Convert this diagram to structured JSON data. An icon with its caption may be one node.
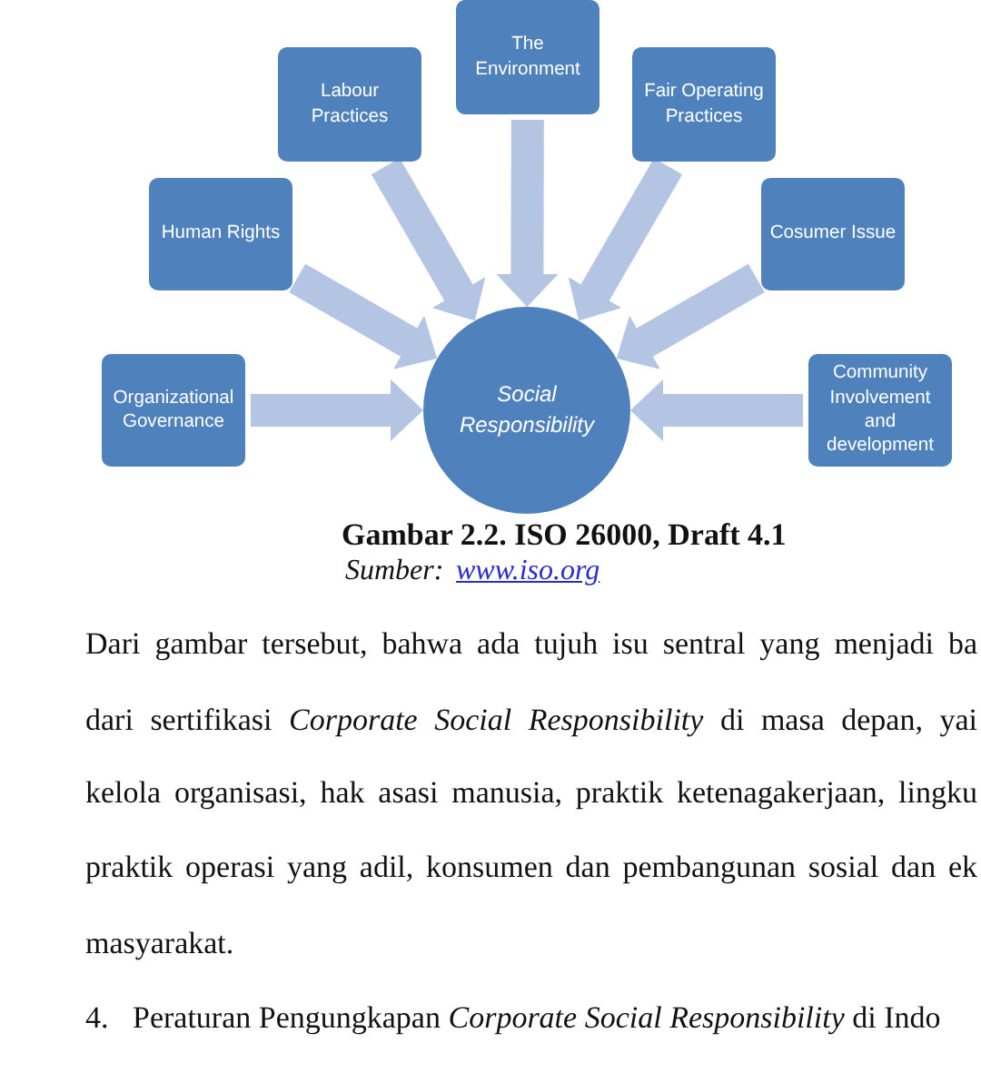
{
  "diagram": {
    "caption": "Gambar 2.2. ISO 26000, Draft 4.1",
    "nodes": [
      {
        "text": [
          "The Environment"
        ]
      },
      {
        "text": [
          "Labour Practices"
        ]
      },
      {
        "text": [
          "Fair Operating Practices"
        ]
      },
      {
        "text": [
          "Human Rights"
        ]
      },
      {
        "text": [
          "Cosumer Issue"
        ]
      },
      {
        "text": [
          "Organizational Governance"
        ]
      },
      {
        "text": [
          "Social Responsibility"
        ]
      },
      {
        "text": [
          "Community Involvement and development"
        ]
      }
    ],
    "edges": [
      {
        "from": 0,
        "to": 6,
        "arrow": "to"
      },
      {
        "from": 1,
        "to": 6,
        "arrow": "to"
      },
      {
        "from": 2,
        "to": 6,
        "arrow": "to"
      },
      {
        "from": 3,
        "to": 6,
        "arrow": "to"
      },
      {
        "from": 4,
        "to": 6,
        "arrow": "to"
      },
      {
        "from": 5,
        "to": 6,
        "arrow": "to"
      },
      {
        "from": 7,
        "to": 6,
        "arrow": "to"
      }
    ],
    "labels": [
      "Sumber:",
      "www.iso.org",
      "Dari gambar tersebut, bahwa ada tujuh isu sentral yang menjadi ba",
      "dari sertifikasi *Corporate Social Responsibility* di masa depan, yai",
      "kelola organisasi, hak asasi manusia, praktik ketenagakerjaan, lingku",
      "praktik operasi yang adil, konsumen dan pembangunan sosial dan ek",
      "masyarakat.",
      "4.",
      "Peraturan Pengungkapan *Corporate Social Responsibility* di Indo"
    ]
  }
}
